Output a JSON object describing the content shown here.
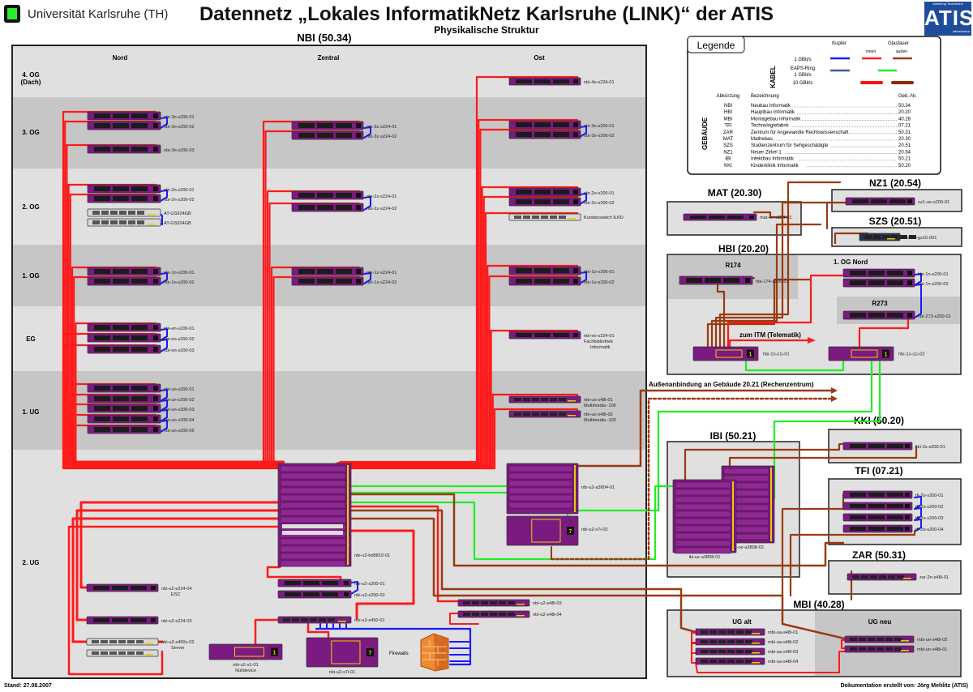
{
  "header": {
    "university": "Universität Karlsruhe (TH)",
    "title": "Datennetz „Lokales InformatikNetz Karlsruhe (LINK)“ der ATIS",
    "subtitle": "Physikalische Struktur",
    "logo_text": "ATIS",
    "logo_small_top": "Abteilung Technische",
    "logo_small_bottom": "Infrastruktur"
  },
  "footer": {
    "date": "Stand: 27.08.2007",
    "author": "Dokumentation erstellt von: Jörg Mehlitz (ATIS)"
  },
  "legend": {
    "title": "Legende",
    "kabel_label": "KABEL",
    "col_kupfer": "Kupfer",
    "col_glasfaser": "Glasfaser",
    "col_innen": "innen",
    "col_aussen": "außen",
    "row_1g": "1 GBit/s",
    "row_eaps1": "EAPS-Ring",
    "row_eaps2": "1 GBit/s",
    "row_10g": "10 GBit/s",
    "gebaeude_label": "GEBÄUDE",
    "head_abk": "Abkürzung",
    "head_bez": "Bezeichnung",
    "head_nr": "Geb.-Nr.",
    "buildings": [
      {
        "abk": "NBI",
        "name": "Neubau Informatik",
        "nr": "50.34"
      },
      {
        "abk": "HBI",
        "name": "Hauptbau Informatik",
        "nr": "20.20"
      },
      {
        "abk": "MBI",
        "name": "Montagebau Informatik",
        "nr": "40.28"
      },
      {
        "abk": "TFI",
        "name": "Technologiefabrik",
        "nr": "07.21"
      },
      {
        "abk": "ZAR",
        "name": "Zentrum für Angewandte Rechtswissenschaft",
        "nr": "50.31"
      },
      {
        "abk": "MAT",
        "name": "Mathebau",
        "nr": "20.30"
      },
      {
        "abk": "SZS",
        "name": "Studienzentrum für Sehgeschädigte",
        "nr": "20.51"
      },
      {
        "abk": "NZ1",
        "name": "Neuer Zirkel 1",
        "nr": "20.54"
      },
      {
        "abk": "IBI",
        "name": "Infektbau Informatik",
        "nr": "50.21"
      },
      {
        "abk": "KKI",
        "name": "Kinderklinik Informatik",
        "nr": "50.20"
      }
    ],
    "colors": {
      "kupfer_1g": "#1a1aff",
      "innen_1g": "#ff2020",
      "aussen_1g": "#9a3a10",
      "kupfer_eaps": "#3a5a9a",
      "glas_eaps": "#22ee22",
      "innen_10g": "#ff1010",
      "aussen_10g": "#8a2a08"
    }
  },
  "nbi": {
    "title": "NBI (50.34)",
    "columns": [
      "Nord",
      "Zentral",
      "Ost"
    ],
    "floors": [
      "4. OG",
      "(Dach)",
      "3. OG",
      "2. OG",
      "1. OG",
      "EG",
      "1. UG",
      "2. UG"
    ]
  },
  "buildings": {
    "mat": "MAT (20.30)",
    "nz1": "NZ1 (20.54)",
    "szs": "SZS (20.51)",
    "hbi": "HBI (20.20)",
    "hbi_r174": "R174",
    "hbi_og_nord": "1. OG Nord",
    "hbi_r273": "R273",
    "ibi": "IBI (50.21)",
    "kki": "KKI (50.20)",
    "tfi": "TFI (07.21)",
    "zar": "ZAR (50.31)",
    "mbi": "MBI (40.28)",
    "mbi_alt": "UG alt",
    "mbi_neu": "UG neu"
  },
  "annotations": {
    "itm": "zum ITM (Telematik)",
    "aussen": "Außenanbindung an Gebäude 20.21 (Rechenzentrum)",
    "firewalls": "Firewalls"
  },
  "devices": [
    {
      "label": "nbi-3n-s200-01"
    },
    {
      "label": "nbi-3n-s200-02"
    },
    {
      "label": "nbi-3n-s200-03"
    },
    {
      "label": "nbi-2n-s200-01"
    },
    {
      "label": "nbi-2n-s200-02"
    },
    {
      "label": "AT-GS924GB"
    },
    {
      "label": "AT-GS924GB"
    },
    {
      "label": "nbi-1n-s200-01"
    },
    {
      "label": "nbi-1n-s200-02"
    },
    {
      "label": "nbi-en-s200-01"
    },
    {
      "label": "nbi-en-s200-02"
    },
    {
      "label": "nbi-en-s200-03"
    },
    {
      "label": "nbi-un-s200-01"
    },
    {
      "label": "nbi-un-s200-02"
    },
    {
      "label": "nbi-un-s200-03"
    },
    {
      "label": "nbi-un-s200-04"
    },
    {
      "label": "nbi-un-s200-05"
    },
    {
      "label": "nbi-3z-s224-01"
    },
    {
      "label": "nbi-3z-s224-02"
    },
    {
      "label": "nbi-2z-s224-01"
    },
    {
      "label": "nbi-2z-s224-02"
    },
    {
      "label": "nbi-1z-s224-01"
    },
    {
      "label": "nbi-1z-s224-02"
    },
    {
      "label": "nbi-4o-s224-01"
    },
    {
      "label": "nbi-3o-s200-01"
    },
    {
      "label": "nbi-3o-s200-02"
    },
    {
      "label": "nbi-2o-s200-01"
    },
    {
      "label": "nbi-2o-s200-02"
    },
    {
      "label": "Kundenswitch ILKD"
    },
    {
      "label": "nbi-1o-s200-01"
    },
    {
      "label": "nbi-1o-s200-02"
    },
    {
      "label": "nbi-eo-s224-01",
      "sub": [
        "Fachbibliothek",
        "Informatik"
      ]
    },
    {
      "label": "nbi-uo-s48i-01",
      "sub": [
        "Multimedia -106"
      ]
    },
    {
      "label": "nbi-uo-s48i-02",
      "sub": [
        "Multimedia -103"
      ]
    },
    {
      "label": "nbi-u2-bd8810-01"
    },
    {
      "label": "nbi-u2-a3804-01"
    },
    {
      "label": "nbi-u2-s7i-02"
    },
    {
      "label": "nbi-u2-s200-01"
    },
    {
      "label": "nbi-u2-s200-02"
    },
    {
      "label": "nbi-u2-x450-01"
    },
    {
      "label": "nbi-u2-s1-01",
      "sub": [
        "Nulldevice"
      ]
    },
    {
      "label": "nbi-u2-s7i-01"
    },
    {
      "label": "nbi-u2-s48i-03"
    },
    {
      "label": "nbi-u2-s48i-04"
    },
    {
      "label": "nbi-u2-s224-04",
      "sub": [
        "ESC"
      ]
    },
    {
      "label": "nbi-u2-s224-03"
    },
    {
      "label": "nbi-u2-x450s-02",
      "sub": [
        "Server"
      ]
    },
    {
      "label": ""
    },
    {
      "label": "mat-en-s224-01"
    },
    {
      "label": "nz1-uo-s200-01"
    },
    {
      "label": "szs-ez-gs16-001"
    },
    {
      "label": "hbi-174-s200-01"
    },
    {
      "label": "hbi-1n-s200-01"
    },
    {
      "label": "hbi-1n-s200-02"
    },
    {
      "label": "hbi-273-s200-01"
    },
    {
      "label": "hbi-1n-s1i-01"
    },
    {
      "label": "hbi-1n-s1i-02"
    },
    {
      "label": "ibi-uz-a3808-02"
    },
    {
      "label": "ibi-uz-a3808-01"
    },
    {
      "label": "kki-2s-s200-01"
    },
    {
      "label": "tfi-2o-s200-01"
    },
    {
      "label": "tfi-2o-s200-02"
    },
    {
      "label": "tfi-2o-s200-03"
    },
    {
      "label": "tfi-2o-s200-04"
    },
    {
      "label": "zar-2n-s48i-01"
    },
    {
      "label": "mbi-ua-s48i-01"
    },
    {
      "label": "mbi-ua-s48i-02"
    },
    {
      "label": "mbi-ua-s48i-03"
    },
    {
      "label": "mbi-ua-s48i-04"
    },
    {
      "label": "mbi-un-s48i-02"
    },
    {
      "label": "mbi-un-s48i-01"
    }
  ]
}
